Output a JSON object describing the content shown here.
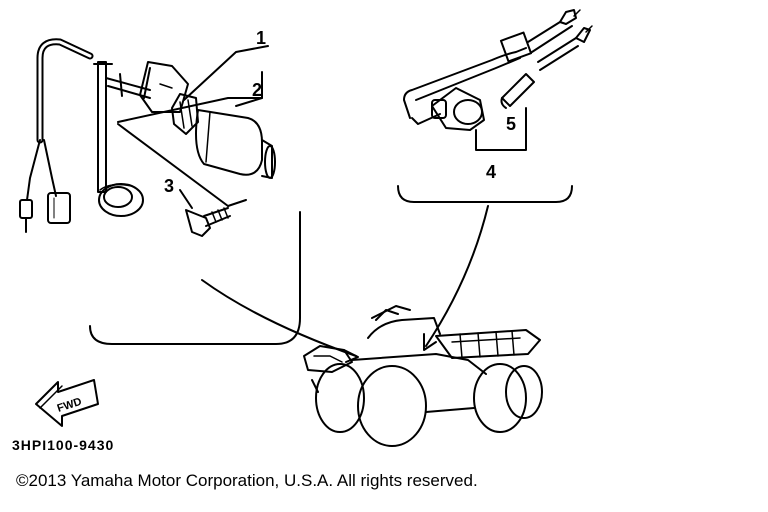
{
  "labels": {
    "part_1": "1",
    "part_2": "2",
    "part_3": "3",
    "part_4": "4",
    "part_5": "5"
  },
  "fwd_text": "FWD",
  "catalog_number": "3HPI100-9430",
  "copyright": "©2013 Yamaha Motor Corporation, U.S.A. All rights reserved.",
  "line_color": "#000000"
}
